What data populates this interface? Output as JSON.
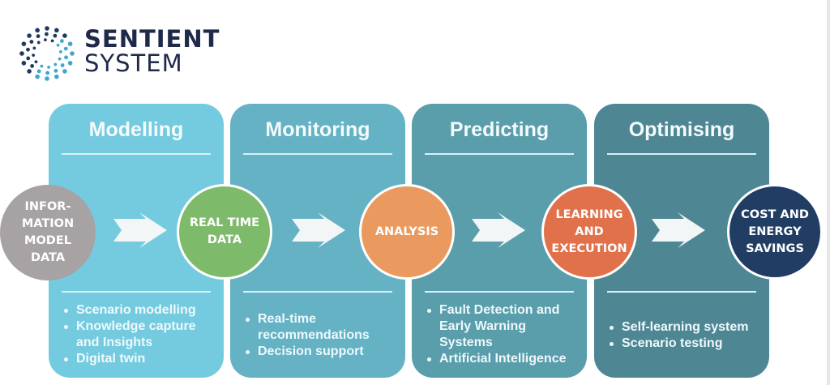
{
  "brand": {
    "name_line1": "SENTIENT",
    "name_line2": "SYSTEM",
    "logo_icon": "dot-ring-logo-icon",
    "colors": {
      "text": "#1f2a4a",
      "dots_dark": "#1f3a5f",
      "dots_light": "#3fa9c9"
    }
  },
  "stages": [
    {
      "title": "Modelling",
      "color": "#74cbe0",
      "bullets": [
        "Scenario modelling",
        "Knowledge capture and Insights",
        "Digital twin"
      ]
    },
    {
      "title": "Monitoring",
      "color": "#64b2c4",
      "bullets": [
        "Real-time recommendations",
        "Decision support"
      ]
    },
    {
      "title": "Predicting",
      "color": "#5a9dab",
      "bullets": [
        "Fault Detection and Early Warning Systems",
        "Artificial Intelligence"
      ]
    },
    {
      "title": "Optimising",
      "color": "#4e8793",
      "bullets": [
        "Self-learning system",
        "Scenario testing"
      ]
    }
  ],
  "nodes": [
    {
      "label": "INFOR-\nMATION\nMODEL\nDATA",
      "color": "#a7a2a4"
    },
    {
      "label": "REAL TIME\nDATA",
      "color": "#7dba6a"
    },
    {
      "label": "ANALYSIS",
      "color": "#ea9a5e"
    },
    {
      "label": "LEARNING\nAND\nEXECUTION",
      "color": "#e0714a"
    },
    {
      "label": "COST AND\nENERGY\nSAVINGS",
      "color": "#223d63"
    }
  ],
  "arrow_icon": "right-arrow-icon"
}
